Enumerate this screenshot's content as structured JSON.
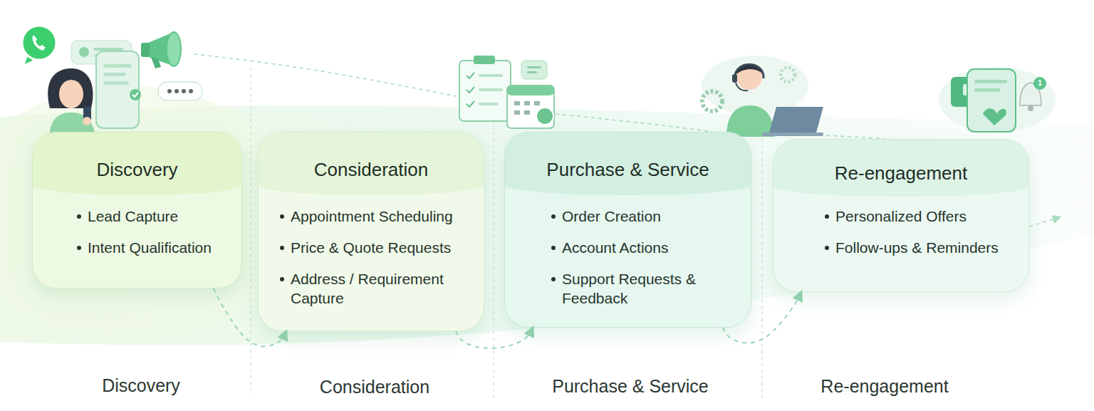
{
  "diagram": {
    "nodes": [
      {
        "text": [
          "Discovery",
          "Lead Capture",
          "Intent Qualification"
        ]
      },
      {
        "text": [
          "Consideration",
          "Appointment Scheduling",
          "Price & Quote Requests",
          "Address / Requirement Capture"
        ]
      },
      {
        "text": [
          "Purchase & Service",
          "Order Creation",
          "Account Actions",
          "Support Requests & Feedback"
        ]
      },
      {
        "text": [
          "Re-engagement",
          "Personalized Offers",
          "Follow-ups & Reminders"
        ]
      }
    ],
    "edges": [
      {
        "from": 0,
        "to": 1,
        "arrow": "to"
      },
      {
        "from": 1,
        "to": 2,
        "arrow": "to"
      },
      {
        "from": 2,
        "to": 3,
        "arrow": "to"
      }
    ],
    "labels": [
      "1",
      "Discovery",
      "Consideration",
      "Purchase & Service",
      "Re-engagement"
    ]
  }
}
